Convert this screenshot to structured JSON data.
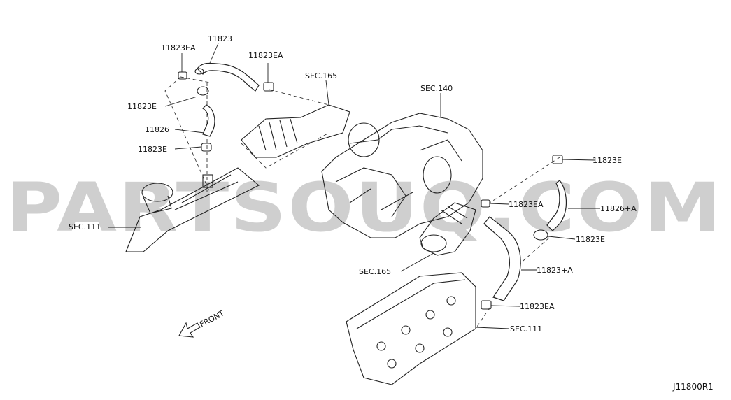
{
  "watermark": "PARTSOUQ.COM",
  "diagram_code": "J11800R1",
  "front_label": "FRONT",
  "callouts": [
    {
      "id": "c1",
      "text": "11823EA"
    },
    {
      "id": "c2",
      "text": "11823"
    },
    {
      "id": "c3",
      "text": "11823EA"
    },
    {
      "id": "c4",
      "text": "SEC.165"
    },
    {
      "id": "c5",
      "text": "SEC.140"
    },
    {
      "id": "c6",
      "text": "11823E"
    },
    {
      "id": "c7",
      "text": "11826"
    },
    {
      "id": "c8",
      "text": "11823E"
    },
    {
      "id": "c9",
      "text": "11823E"
    },
    {
      "id": "c10",
      "text": "11823EA"
    },
    {
      "id": "c11",
      "text": "11826+A"
    },
    {
      "id": "c12",
      "text": "SEC.111"
    },
    {
      "id": "c13",
      "text": "11823E"
    },
    {
      "id": "c14",
      "text": "SEC.165"
    },
    {
      "id": "c15",
      "text": "11823+A"
    },
    {
      "id": "c16",
      "text": "11823EA"
    },
    {
      "id": "c17",
      "text": "SEC.111"
    }
  ]
}
